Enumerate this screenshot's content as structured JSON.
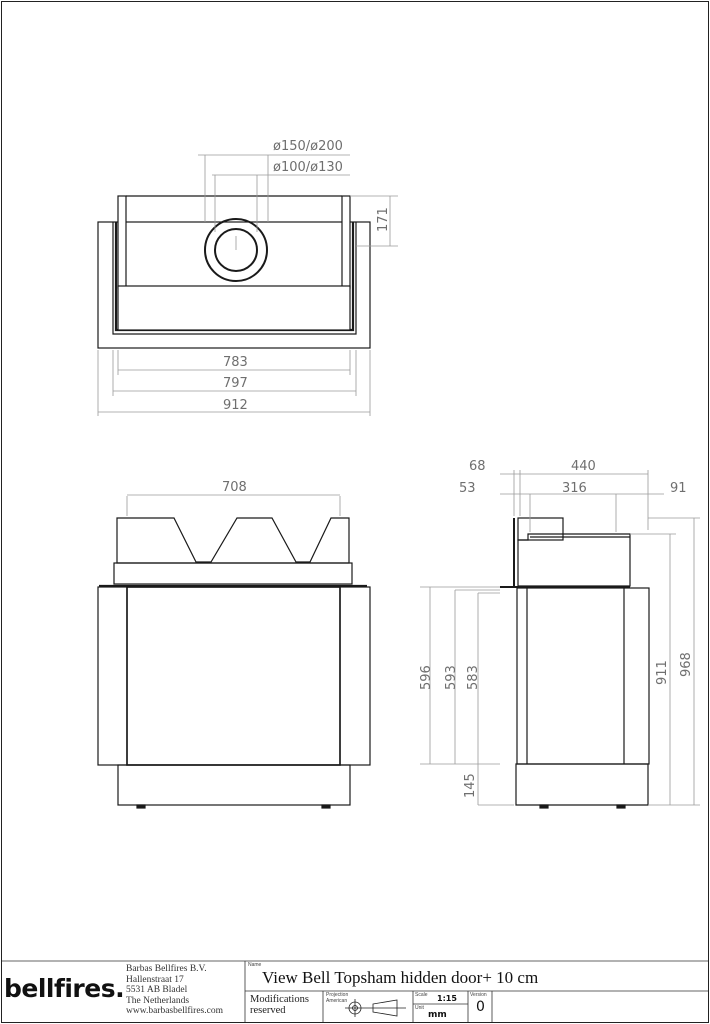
{
  "drawing": {
    "top_view": {
      "flue_outer": "ø150/ø200",
      "flue_inner": "ø100/ø130",
      "dim_171": "171",
      "dim_783": "783",
      "dim_797": "797",
      "dim_912": "912"
    },
    "front_view": {
      "dim_708": "708"
    },
    "side_view": {
      "dim_68": "68",
      "dim_440": "440",
      "dim_53": "53",
      "dim_316": "316",
      "dim_91": "91",
      "dim_596": "596",
      "dim_593": "593",
      "dim_583": "583",
      "dim_145": "145",
      "dim_911": "911",
      "dim_968": "968"
    }
  },
  "title_block": {
    "logo": "bellfires.",
    "company_lines": [
      "Barbas Bellfires B.V.",
      "Hallenstraat 17",
      "5531 AB Bladel",
      "The Netherlands",
      "www.barbasbellfires.com"
    ],
    "name_label": "Name",
    "title": "View Bell Topsham hidden door+ 10 cm",
    "modifications_line1": "Modifications",
    "modifications_line2": "reserved",
    "projection_label": "Projection",
    "projection_value": "American",
    "scale_label": "Scale",
    "scale": "1:15",
    "version_label": "Version",
    "version": "0",
    "unit_label": "Unit",
    "unit": "mm"
  },
  "colors": {
    "line": "#1a1a1a",
    "dim_line": "#9a9a9a",
    "dim_text": "#6f6f6f"
  }
}
